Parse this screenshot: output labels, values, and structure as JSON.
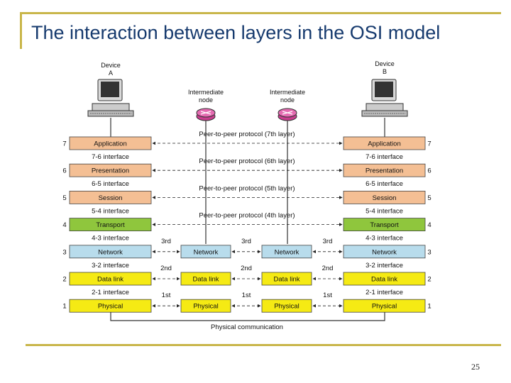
{
  "slide": {
    "title": "The interaction between layers in the OSI model",
    "page_number": "25"
  },
  "diagram": {
    "device_a": {
      "name": "Device",
      "id": "A"
    },
    "device_b": {
      "name": "Device",
      "id": "B"
    },
    "intermediate_1": {
      "line1": "Intermediate",
      "line2": "node"
    },
    "intermediate_2": {
      "line1": "Intermediate",
      "line2": "node"
    },
    "layers": [
      {
        "num": "7",
        "name": "Application",
        "color": "#f4bf94"
      },
      {
        "num": "6",
        "name": "Presentation",
        "color": "#f4bf94"
      },
      {
        "num": "5",
        "name": "Session",
        "color": "#f4bf94"
      },
      {
        "num": "4",
        "name": "Transport",
        "color": "#8fc63d"
      },
      {
        "num": "3",
        "name": "Network",
        "color": "#b8dcec"
      },
      {
        "num": "2",
        "name": "Data link",
        "color": "#f5ea14"
      },
      {
        "num": "1",
        "name": "Physical",
        "color": "#f5ea14"
      }
    ],
    "interfaces": [
      "7-6 interface",
      "6-5 interface",
      "5-4 interface",
      "4-3 interface",
      "3-2 interface",
      "2-1 interface"
    ],
    "peer_protocols": [
      "Peer-to-peer protocol (7th layer)",
      "Peer-to-peer protocol (6th layer)",
      "Peer-to-peer protocol (5th layer)",
      "Peer-to-peer protocol (4th layer)"
    ],
    "hop_labels": {
      "network": "3rd",
      "data_link": "2nd",
      "physical": "1st"
    },
    "bottom_label": "Physical communication"
  }
}
